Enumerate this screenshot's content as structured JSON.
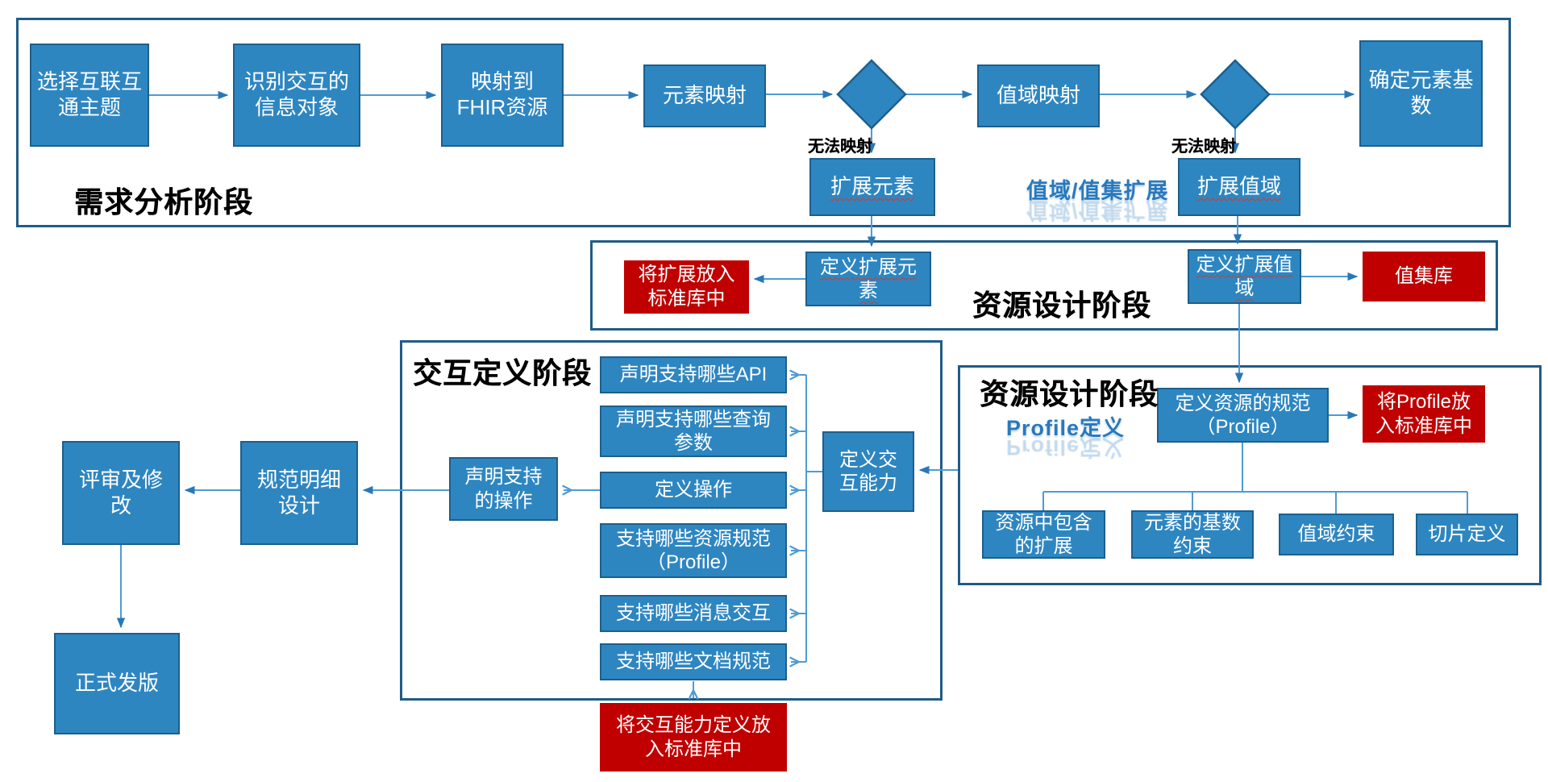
{
  "diagram": {
    "panels": {
      "requirements": {
        "title": "需求分析阶段"
      },
      "resource_design_mid": {
        "title": "资源设计阶段"
      },
      "resource_design_right": {
        "title": "资源设计阶段"
      },
      "interaction": {
        "title": "交互定义阶段"
      }
    },
    "wordart": {
      "valueset_extension": "值域/值集扩展",
      "profile_definition": "Profile定义"
    },
    "labels": {
      "cannot_map_1": "无法映射",
      "cannot_map_2": "无法映射"
    },
    "nodes": {
      "select_topic": "选择互联互\n通主题",
      "identify_objects": "识别交互的\n信息对象",
      "map_fhir": "映射到\nFHIR资源",
      "element_mapping": "元素映射",
      "valueset_mapping": "值域映射",
      "confirm_cardinality": "确定元素基\n数",
      "extend_element": "扩展元素",
      "extend_valueset": "扩展值域",
      "put_extension_lib": "将扩展放入\n标准库中",
      "define_ext_element": "定义扩展元\n素",
      "define_ext_valueset": "定义扩展值\n域",
      "valueset_lib": "值集库",
      "define_resource_profile": "定义资源的规范\n（Profile）",
      "put_profile_lib": "将Profile放\n入标准库中",
      "resource_extensions": "资源中包含\n的扩展",
      "element_cardinality": "元素的基数\n约束",
      "valueset_constraint": "值域约束",
      "slice_definition": "切片定义",
      "declare_api": "声明支持哪些API",
      "declare_query_params": "声明支持哪些查询\n参数",
      "define_operation": "定义操作",
      "support_profiles": "支持哪些资源规范\n（Profile）",
      "support_messages": "支持哪些消息交互",
      "support_documents": "支持哪些文档规范",
      "define_capability": "定义交\n互能力",
      "declare_operations": "声明支持\n的操作",
      "put_capability_lib": "将交互能力定义放\n入标准库中",
      "review_modify": "评审及修\n改",
      "detail_design": "规范明细\n设计",
      "official_release": "正式发版"
    },
    "colors": {
      "process_fill": "#2E86C1",
      "process_border": "#1C5F8C",
      "library_fill": "#C00000",
      "panel_border": "#1F5C87",
      "connector": "#4E9BD4",
      "arrowhead": "#2878B8"
    }
  }
}
